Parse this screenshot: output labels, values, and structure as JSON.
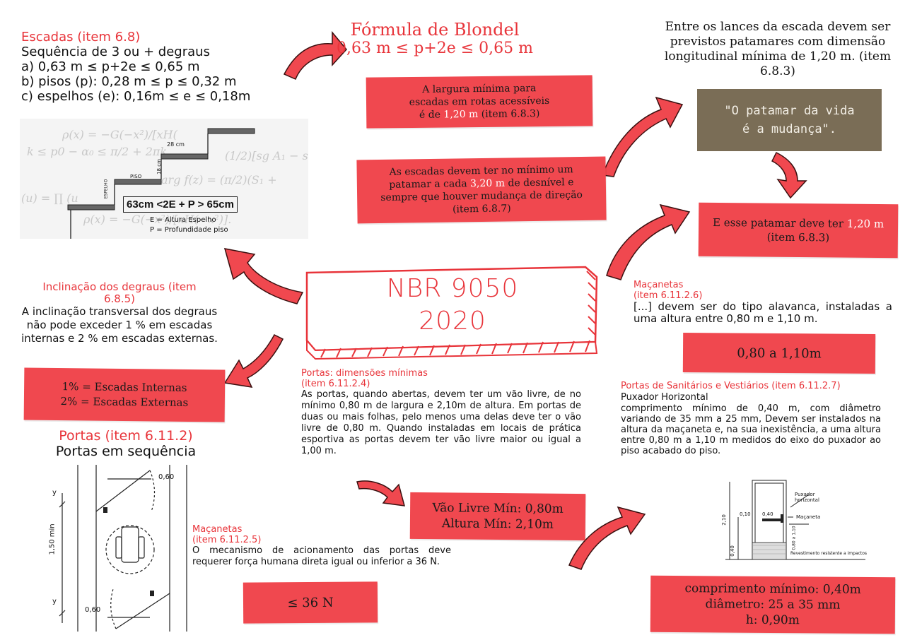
{
  "escadas": {
    "title": "Escadas (item 6.8)",
    "lines": [
      "Sequência de 3 ou + degraus",
      "a) 0,63 m  ≤ p+2e ≤ 0,65 m",
      "b) pisos (p): 0,28 m  ≤ p ≤ 0,32 m",
      "c) espelhos (e): 0,16m ≤ e ≤ 0,18m"
    ]
  },
  "stair_figure": {
    "dim_28": "28 cm",
    "dim_18": "18 cm",
    "piso": "PISO",
    "espelho": "ESPELHO",
    "formula": "63cm <2E + P > 65cm",
    "legend_e": "E = Altura Espelho",
    "legend_p": "P = Profundidade piso"
  },
  "blondel": {
    "title": "Fórmula de Blondel",
    "formula": "0,63 m  ≤ p+2e ≤ 0,65 m"
  },
  "box_largura": {
    "pre": "A largura mínima para escadas em rotas acessíveis é de ",
    "value": "1,20 m",
    "post": " (item 6.8.3)"
  },
  "box_patamar": {
    "pre": "As escadas devem ter no mínimo um patamar a cada ",
    "value": "3,20 m",
    "post": " de desnível e sempre que houver mudança de direção (item 6.8.7)"
  },
  "lances": {
    "text": "Entre os lances da escada devem ser previstos patamares com dimensão longitudinal mínima de 1,20 m. (item 6.8.3)"
  },
  "quote": {
    "line1": "\"O patamar da vida",
    "line2": "é a mudança\"."
  },
  "box_esse_patamar": {
    "pre": "E esse patamar  deve ter ",
    "value": "1,20 m",
    "post": " (item 6.8.3)"
  },
  "center": {
    "line1": "NBR 9050",
    "line2": "2020"
  },
  "inclinacao": {
    "title": "Inclinação dos degraus (item 6.8.5)",
    "text": "A inclinação transversal dos degraus não pode exceder 1 % em escadas internas e 2 % em escadas externas."
  },
  "box_inclinacao": {
    "line1": "1%  = Escadas Internas",
    "line2": "2% = Escadas Externas"
  },
  "portas_seq": {
    "title": "Portas (item 6.11.2)",
    "subtitle": "Portas em sequência",
    "dim_060_top": "0,60",
    "dim_060_bottom": "0,60",
    "dim_150": "1,50 min",
    "y_top": "y",
    "y_bottom": "y"
  },
  "portas_dim": {
    "title": "Portas: dimensões mínimas",
    "item": "(item 6.11.2.4)",
    "text": "As portas, quando abertas, devem ter um vão livre, de no mínimo 0,80 m de largura e 2,10m de altura. Em portas de duas ou mais folhas, pelo menos uma delas deve ter o vão livre de 0,80 m. Quando instaladas em locais de prática esportiva as portas devem ter vão livre maior ou igual a 1,00 m."
  },
  "box_vao": {
    "line1": "Vão Livre Mín: 0,80m",
    "line2": "Altura Mín: 2,10m"
  },
  "macanetas_1": {
    "title": "Maçanetas",
    "item": "(item 6.11.2.6)",
    "text": "[...] devem ser do tipo alavanca, instaladas a uma altura entre 0,80 m e 1,10 m."
  },
  "box_macaneta_altura": {
    "text": "0,80 a 1,10m"
  },
  "sanitarios": {
    "title": "Portas de Sanitários e Vestiários (item 6.11.2.7)",
    "subtitle": "Puxador Horizontal",
    "text": "comprimento mínimo de 0,40 m, com diâmetro variando de 35 mm a 25 mm, Devem ser instalados na altura da maçaneta e, na sua inexistência, a uma altura entre 0,80 m a 1,10 m medidos do eixo do puxador ao piso acabado do piso."
  },
  "door_figure": {
    "puxador": "Puxador",
    "horizontal": "horizontal",
    "macaneta": "Maçaneta",
    "revestimento": "Revestimento resistente a impactos",
    "d216": "2,10",
    "d010": "0,10",
    "d040": "0,40",
    "d_alt": "0,80 a 1,10",
    "d_low": "0,40"
  },
  "macanetas_2": {
    "title": "Maçanetas",
    "item": "(item 6.11.2.5)",
    "text": "O mecanismo de acionamento das portas deve requerer força humana direta igual ou inferior a 36 N."
  },
  "box_36n": {
    "text": "≤ 36 N"
  },
  "box_puxador": {
    "line1": "comprimento mínimo: 0,40m",
    "line2": "diâmetro: 25 a 35 mm",
    "line3": "h: 0,90m"
  },
  "colors": {
    "accent_red": "#e8343a",
    "box_red": "#f0484f",
    "quote_bg": "#7a6d56"
  }
}
